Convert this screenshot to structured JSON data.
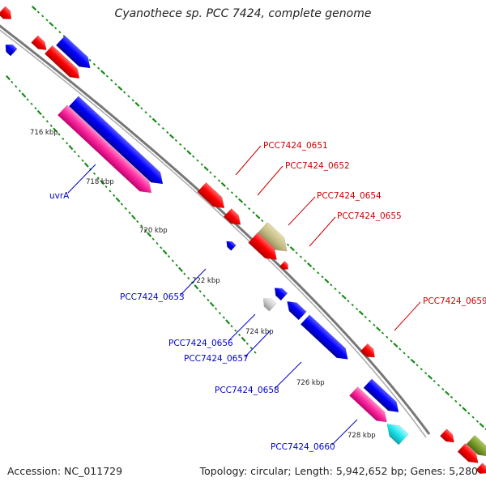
{
  "title": "Cyanothece sp. PCC 7424, complete genome",
  "accession": "Accession: NC_011729",
  "summary": "Topology: circular; Length: 5,942,652 bp; Genes: 5,280",
  "colors": {
    "backbone": "#808080",
    "tick_major": "#1a8a1a",
    "red": "#ff0000",
    "blue": "#0000ff",
    "pink": "#ff33aa",
    "khaki": "#c8c08a",
    "gray": "#cccccc",
    "cyan": "#22e8ee",
    "olive": "#7a9a2a",
    "label_red": "#cc0000",
    "label_blue": "#0000cc"
  },
  "scale_labels": [
    "716 kbp",
    "718 kbp",
    "720 kbp",
    "722 kbp",
    "724 kbp",
    "726 kbp",
    "728 kbp"
  ],
  "gene_labels": [
    {
      "text": "PCC7424_0651",
      "strand": "forward"
    },
    {
      "text": "PCC7424_0652",
      "strand": "forward"
    },
    {
      "text": "PCC7424_0654",
      "strand": "forward"
    },
    {
      "text": "PCC7424_0655",
      "strand": "forward"
    },
    {
      "text": "PCC7424_0659",
      "strand": "forward"
    },
    {
      "text": "uvrA",
      "strand": "reverse"
    },
    {
      "text": "PCC7424_0653",
      "strand": "reverse"
    },
    {
      "text": "PCC7424_0656",
      "strand": "reverse"
    },
    {
      "text": "PCC7424_0657",
      "strand": "reverse"
    },
    {
      "text": "PCC7424_0658",
      "strand": "reverse"
    },
    {
      "text": "PCC7424_0660",
      "strand": "reverse"
    }
  ]
}
